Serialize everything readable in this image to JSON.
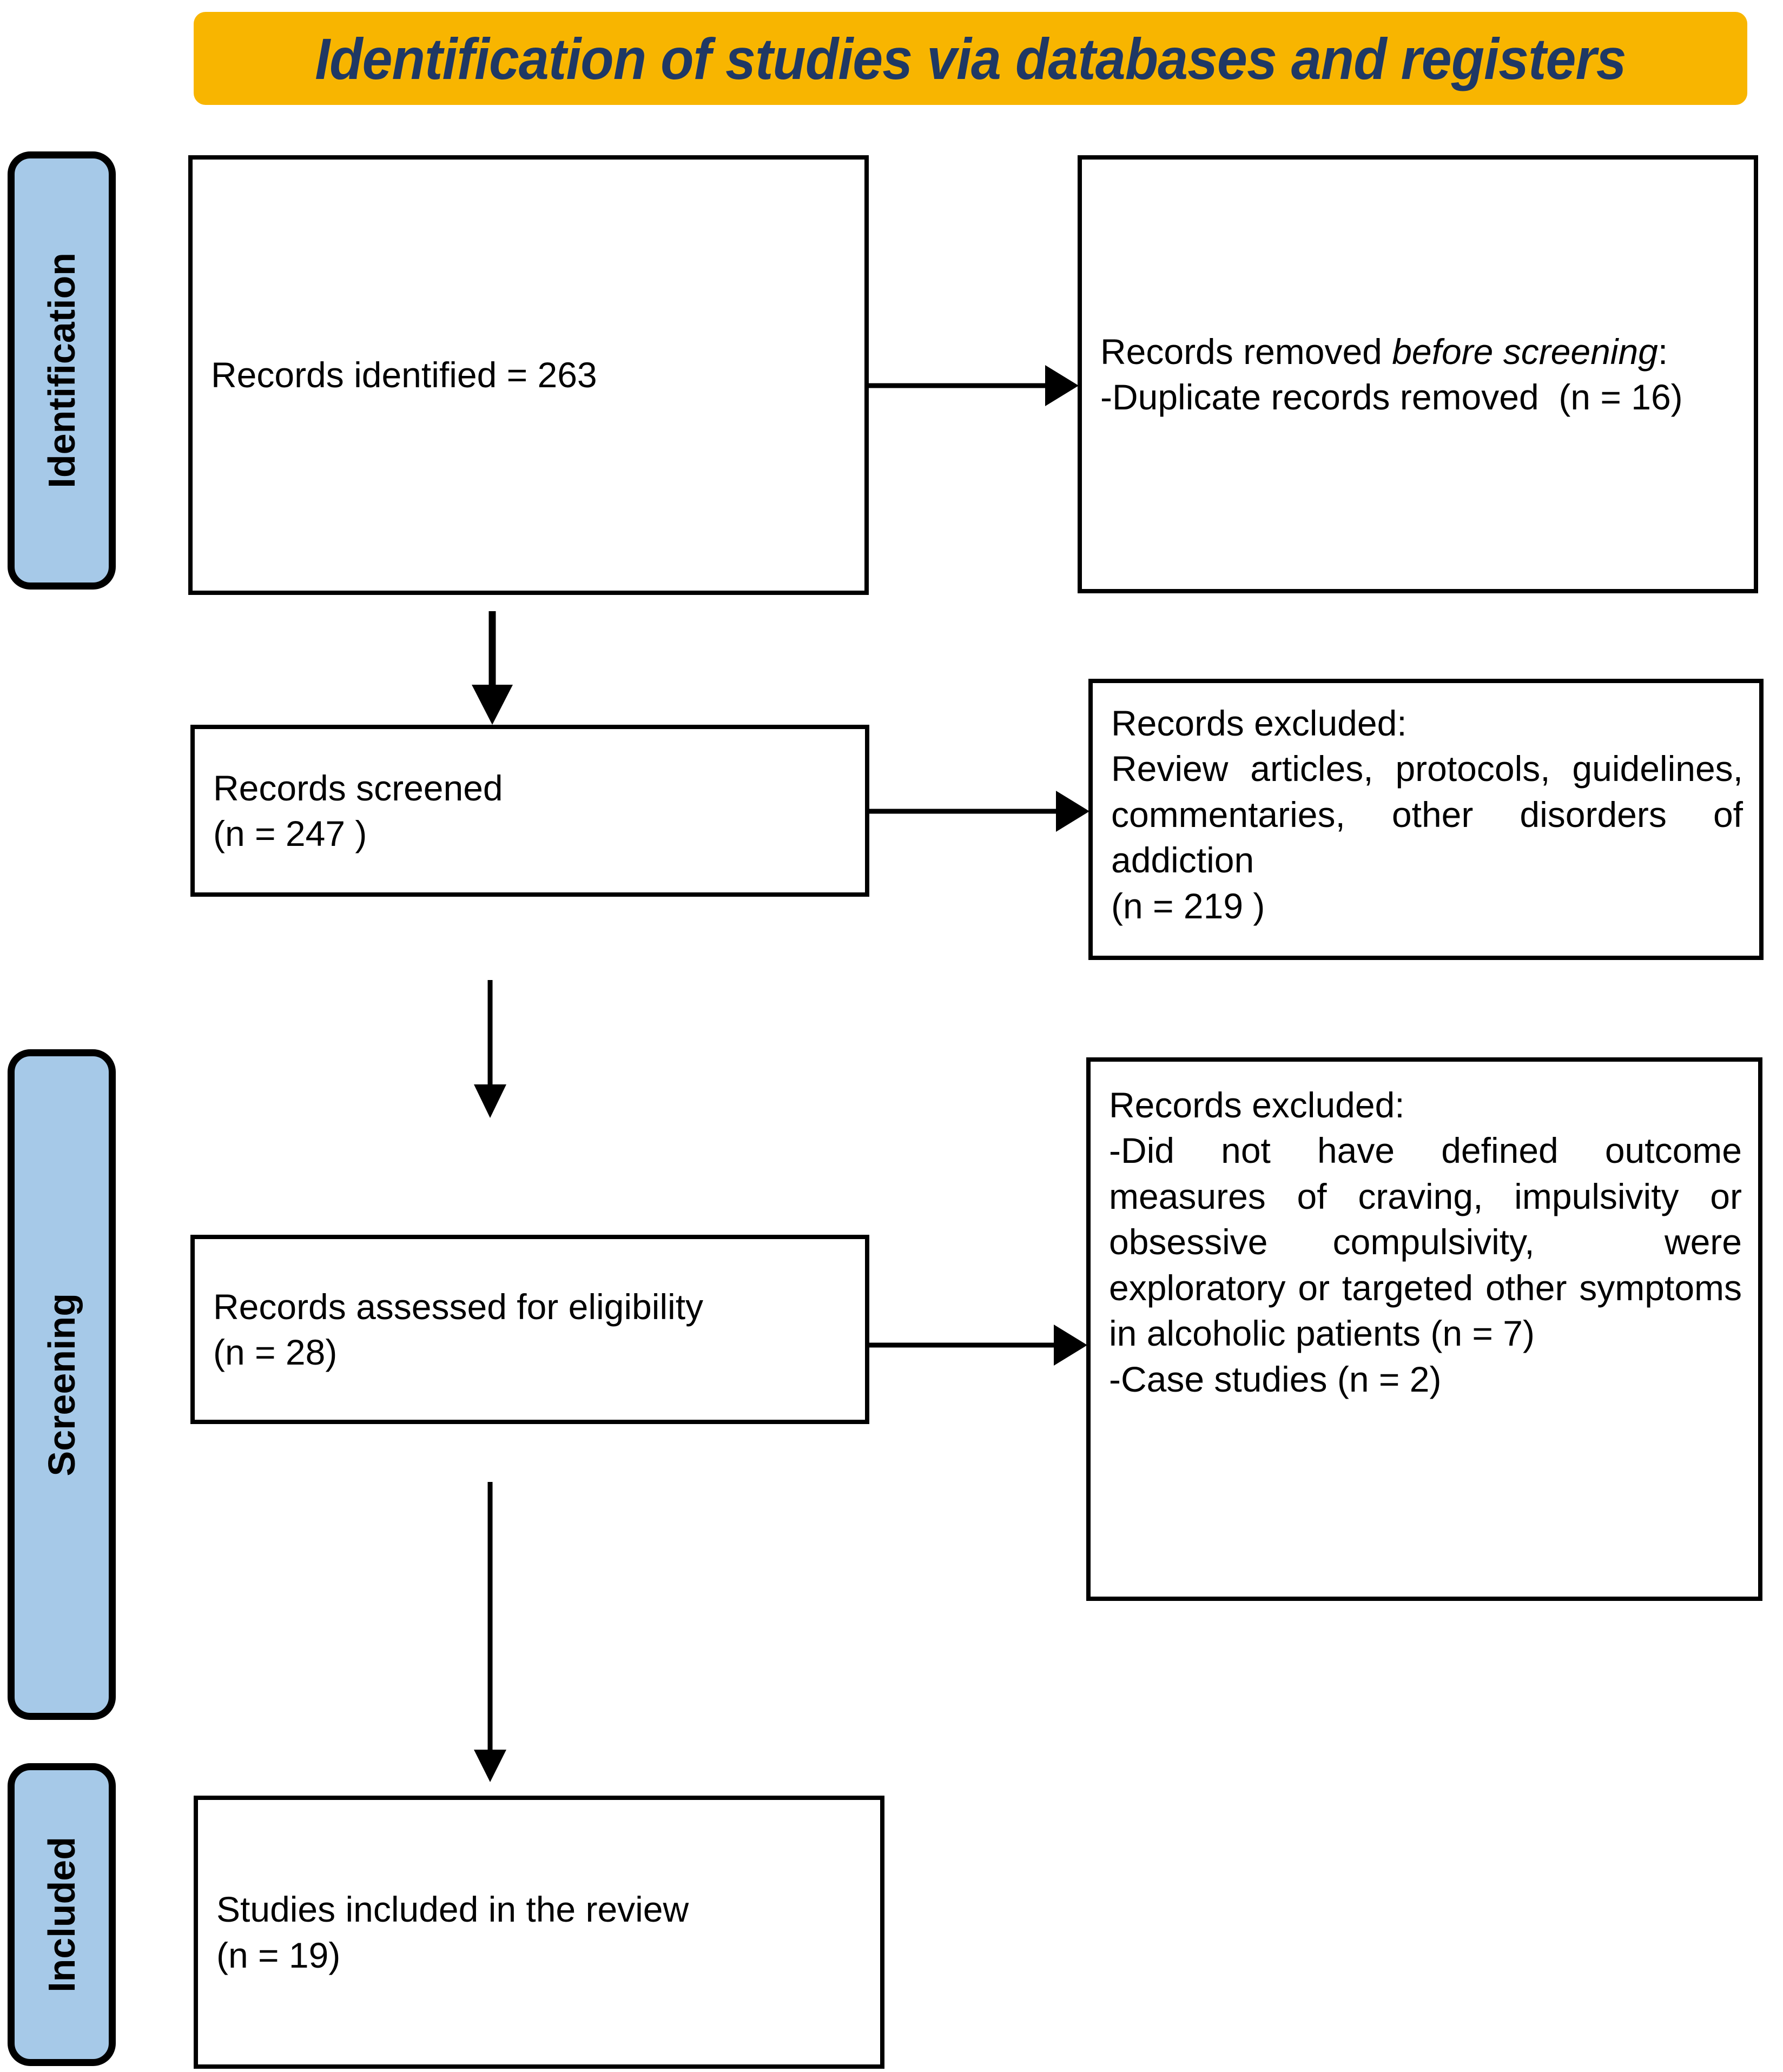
{
  "diagram": {
    "type": "prisma-flow-diagram",
    "title": "Identification of studies via databases and registers",
    "colors": {
      "banner_background": "#F8B500",
      "banner_text": "#1F3864",
      "stage_label_background": "#A6C9E8",
      "border": "#000000",
      "box_background": "#FFFFFF"
    }
  },
  "stages": [
    {
      "id": "identification",
      "label": "Identification"
    },
    {
      "id": "screening",
      "label": "Screening"
    },
    {
      "id": "included",
      "label": "Included"
    }
  ],
  "boxes": {
    "records_identified": {
      "line1": "Records identified = 263"
    },
    "records_removed": {
      "lead_normal": "Records removed ",
      "lead_italic": "before screening",
      "lead_colon": ":",
      "line2": "-Duplicate records removed  (n = 16)"
    },
    "records_screened": {
      "line1": "Records screened",
      "line2": "(n = 247 )"
    },
    "records_excluded_screening": {
      "line1": "Records excluded:",
      "line2": "Review articles, protocols, guidelines, commentaries, other disorders of addiction",
      "line3": "(n = 219 )"
    },
    "records_assessed": {
      "line1": "Records assessed for eligibility",
      "line2": "(n = 28)"
    },
    "records_excluded_eligibility": {
      "line1": "Records excluded:",
      "line2": "-Did not have defined outcome measures of craving, impulsivity or obsessive compulsivity,  were exploratory or targeted other symptoms in alcoholic patients (n = 7)",
      "line3": "-Case studies (n = 2)"
    },
    "studies_included": {
      "line1": "Studies included in the review",
      "line2": "(n = 19)"
    }
  },
  "counts": {
    "records_identified": 263,
    "duplicate_records_removed": 16,
    "records_screened": 247,
    "records_excluded_screening": 219,
    "records_assessed_for_eligibility": 28,
    "excluded_no_defined_outcome": 7,
    "excluded_case_studies": 2,
    "studies_included": 19
  },
  "arrows": [
    {
      "id": "identified-to-removed",
      "direction": "right"
    },
    {
      "id": "identified-to-screened",
      "direction": "down"
    },
    {
      "id": "screened-to-excluded",
      "direction": "right"
    },
    {
      "id": "screened-to-assessed",
      "direction": "down"
    },
    {
      "id": "assessed-to-excluded",
      "direction": "right"
    },
    {
      "id": "assessed-to-included",
      "direction": "down"
    }
  ]
}
